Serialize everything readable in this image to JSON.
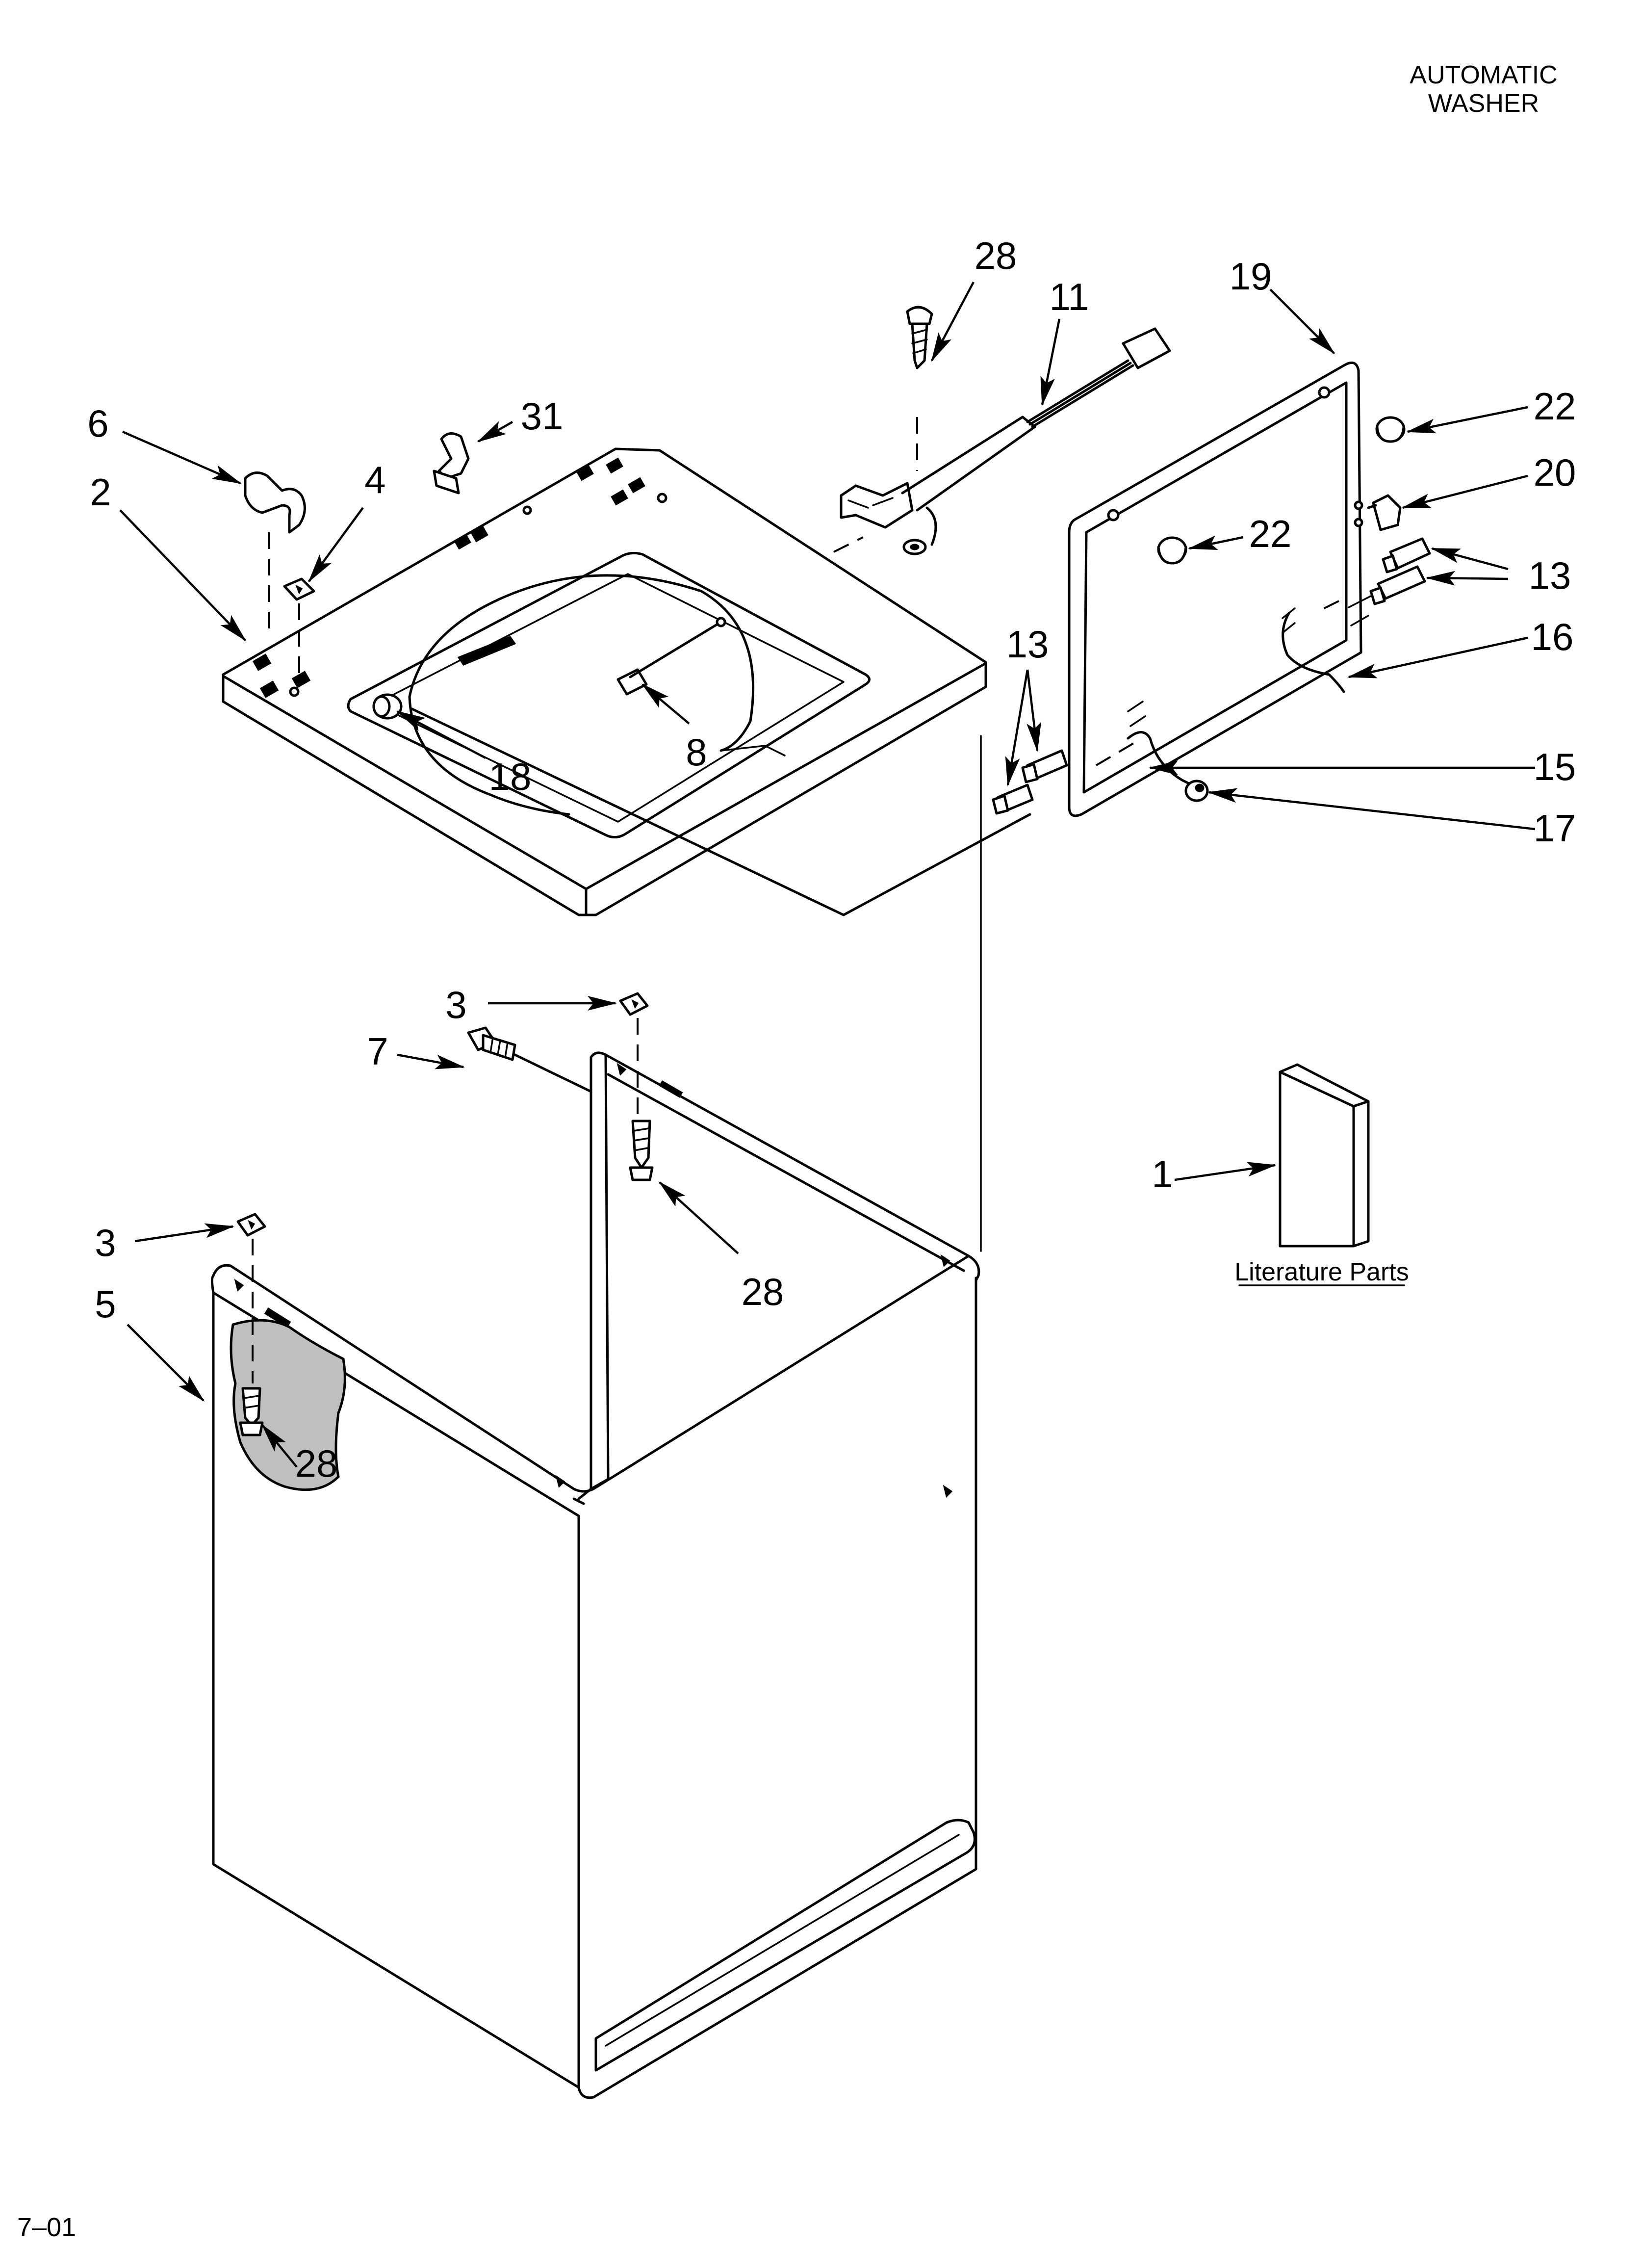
{
  "header": {
    "line1": "AUTOMATIC",
    "line2": "WASHER"
  },
  "footer": {
    "code": "7–01"
  },
  "literature": {
    "label": "Literature Parts",
    "callout": "1"
  },
  "callouts": {
    "c28_top": "28",
    "c11": "11",
    "c19": "19",
    "c6": "6",
    "c31": "31",
    "c4": "4",
    "c2": "2",
    "c22_right": "22",
    "c20": "20",
    "c22_inner": "22",
    "c13_right": "13",
    "c16": "16",
    "c13_left": "13",
    "c8": "8",
    "c18": "18",
    "c15": "15",
    "c17": "17",
    "c3_top": "3",
    "c7": "7",
    "c28_mid": "28",
    "c3_left": "3",
    "c5": "5",
    "c28_low": "28"
  }
}
